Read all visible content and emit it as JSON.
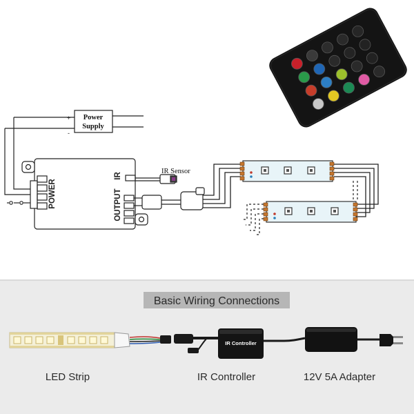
{
  "top_diagram": {
    "power_supply_label_line1": "Power",
    "power_supply_label_line2": "Supply",
    "plus_sign": "+",
    "minus_sign": "-",
    "power_port_label": "POWER",
    "output_port_label": "OUTPUT",
    "ir_port_label": "IR",
    "ir_sensor_label": "IR Sensor"
  },
  "basic_wiring": {
    "title": "Basic Wiring Connections",
    "led_strip_label": "LED Strip",
    "ir_controller_label": "IR Controller",
    "controller_box_text": "IR Controller",
    "adapter_label": "12V 5A Adapter"
  },
  "remote": {
    "button_colors": [
      "#c8202a",
      "#3a3a3a",
      "#2c2c2c",
      "#2a2a2a",
      "#262626",
      "#2a9a4a",
      "#1f66b5",
      "#2a2a2a",
      "#242424",
      "#222222",
      "#c63d2a",
      "#2d7fc4",
      "#9cc02c",
      "#2a2a2a",
      "#222222",
      "#c8c8c8",
      "#e2c822",
      "#1c8a54",
      "#e05aa4",
      "#2a2a2a"
    ]
  }
}
